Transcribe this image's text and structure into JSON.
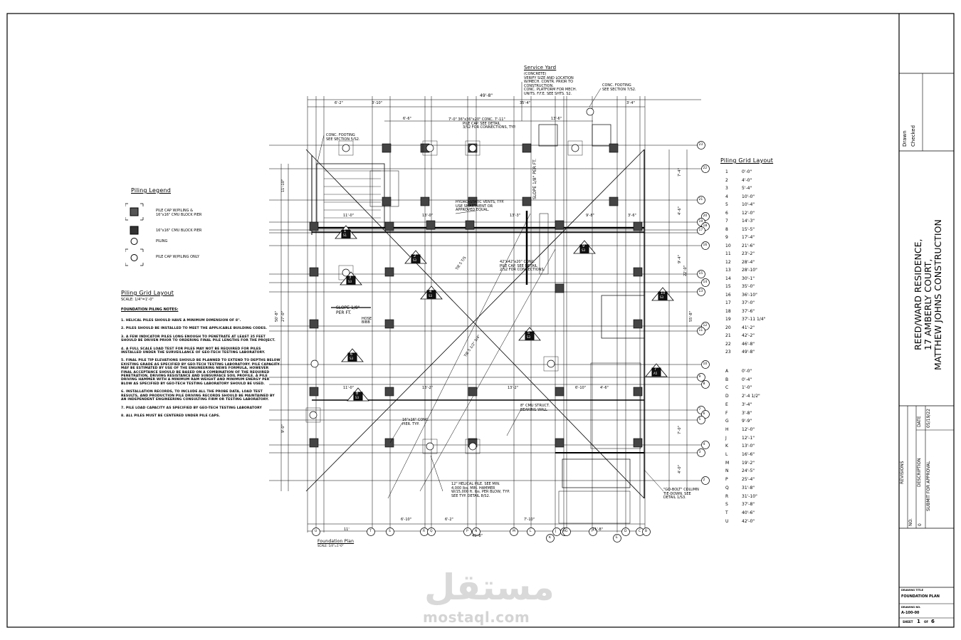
{
  "title_block": {
    "drawn_label": "Drawn",
    "checked_label": "Checked",
    "project_line1": "REED/WARD RESIDENCE,",
    "project_line2": "17 AMBERLY COURT,",
    "project_line3": "MATTHEW JOHNS CONSTRUCTION",
    "revisions_label": "REVISIONS",
    "no_label": "NO.",
    "description_label": "DESCRIPTION",
    "date_label": "DATE",
    "revision_no": "0",
    "revision_desc": "SUBMIT FOR APPROVAL",
    "revision_date": "05/19/22",
    "drawing_title_label": "DRAWING TITLE",
    "drawing_title": "FOUNDATION PLAN",
    "drawing_no_label": "DRAWING NO.",
    "drawing_no": "A-100-00",
    "sheet_label": "SHEET",
    "sheet_no": "1",
    "of_label": "OF",
    "sheet_total": "6"
  },
  "legend": {
    "title": "Piling Legend",
    "items": [
      {
        "label": "PILE CAP W/PILING & 16\"x16\" CMU BLOCK PIER"
      },
      {
        "label": "16\"x16\" CMU BLOCK PIER"
      },
      {
        "label": "PILING"
      },
      {
        "label": "PILE CAP W/PILING ONLY"
      }
    ]
  },
  "notes": {
    "title": "Piling Grid Layout",
    "scale": "SCALE: 1/4\"=1'-0\"",
    "heading": "FOUNDATION PILING NOTES:",
    "items": [
      "1. HELICAL PILES SHOULD HAVE A MINIMUM DIMENSION OF 8\".",
      "2. PILES SHOULD BE INSTALLED TO MEET THE APPLICABLE BUILDING CODES.",
      "3. A FEW INDICATOR PILES LONG ENOUGH TO PENETRATE AT LEAST 35 FEET SHOULD BE DRIVEN PRIOR TO ORDERING FINAL PILE LENGTHS FOR THE PROJECT.",
      "4. A FULL SCALE LOAD TEST FOR PILES MAY NOT BE REQUIRED FOR PILES INSTALLED UNDER THE SURVEILLANCE OF GEO-TECH TESTING LABORATORY.",
      "5. FINAL PILE TIP ELEVATIONS SHOULD BE PLANNED TO EXTEND TO DEPTHS BELOW EXISTING GRADE AS SPECIFIED BY GEO-TECH TESTING LABORATORY. PILE CAPACITY MAY BE ESTIMATED BY USE OF THE ENGINEERING NEWS FORMULA, HOWEVER FINAL ACCEPTANCE SHOULD BE BASED ON A COMBINATION OF THE REQUIRED PENETRATION, DRIVING RESISTANCE AND SUBSURFACE SOIL PROFILE. A PILE DRIVING HAMMER WITH A MINIMUM RAM WEIGHT AND MINIMUM ENERGY PER BLOW AS SPECIFIED BY GEO-TECH TESTING LABORATORY SHOULD BE USED.",
      "6. INSTALLATION RECORDS, TO INCLUDE ALL THE PROBE DATA, LOAD TEST RESULTS, AND PRODUCTION PILE DRIVING RECORDS SHOULD BE MAINTAINED BY AN INDEPENDENT ENGINEERING CONSULTING FIRM OR TESTING LABORATORY.",
      "7. PILE LOAD CAPACITY AS SPECIFIED BY GEO-TECH TESTING LABORATORY",
      "8. ALL PILES MUST BE CENTERED UNDER PILE CAPS."
    ]
  },
  "grid_layout": {
    "title": "Piling Grid Layout",
    "numbered": [
      [
        "1",
        "0'-0\""
      ],
      [
        "2",
        "4'-0\""
      ],
      [
        "3",
        "5'-4\""
      ],
      [
        "4",
        "10'-0\""
      ],
      [
        "5",
        "10'-4\""
      ],
      [
        "6",
        "12'-0\""
      ],
      [
        "7",
        "14'-3\""
      ],
      [
        "8",
        "15'-5\""
      ],
      [
        "9",
        "17'-4\""
      ],
      [
        "10",
        "21'-6\""
      ],
      [
        "11",
        "23'-2\""
      ],
      [
        "12",
        "28'-4\""
      ],
      [
        "13",
        "28'-10\""
      ],
      [
        "14",
        "30'-1\""
      ],
      [
        "15",
        "35'-0\""
      ],
      [
        "16",
        "36'-10\""
      ],
      [
        "17",
        "37'-0\""
      ],
      [
        "18",
        "37'-6\""
      ],
      [
        "19",
        "37'-11 1/4\""
      ],
      [
        "20",
        "41'-2\""
      ],
      [
        "21",
        "42'-2\""
      ],
      [
        "22",
        "46'-8\""
      ],
      [
        "23",
        "49'-8\""
      ]
    ],
    "lettered": [
      [
        "A",
        "0'-0\""
      ],
      [
        "B",
        "0'-4\""
      ],
      [
        "C",
        "1'-0\""
      ],
      [
        "D",
        "2'-4 1/2\""
      ],
      [
        "E",
        "3'-4\""
      ],
      [
        "F",
        "3'-8\""
      ],
      [
        "G",
        "9'-9\""
      ],
      [
        "H",
        "12'-0\""
      ],
      [
        "J",
        "12'-1\""
      ],
      [
        "K",
        "13'-0\""
      ],
      [
        "L",
        "16'-6\""
      ],
      [
        "M",
        "19'-2\""
      ],
      [
        "N",
        "24'-5\""
      ],
      [
        "P",
        "25'-4\""
      ],
      [
        "Q",
        "31'-8\""
      ],
      [
        "R",
        "31'-10\""
      ],
      [
        "S",
        "37'-8\""
      ],
      [
        "T",
        "40'-6\""
      ],
      [
        "U",
        "42'-0\""
      ]
    ]
  },
  "plan": {
    "service_yard": "Service Yard",
    "service_note": [
      "(CONCRETE)",
      "VERIFY SIZE AND LOCATION",
      "W/MECH. CONTR. PRIOR TO",
      "CONSTRUCTION.",
      "CONC. PLATFORM FOR MECH.",
      "UNITS. F.F.E. SEE SHTS. S2."
    ],
    "conc_footing_top": [
      "CONC. FOOTING",
      "SEE SECTION 7/S2."
    ],
    "conc_footing_left": [
      "CONC. FOOTING",
      "SEE SECTION 5/S2."
    ],
    "pile_cap_note": [
      "7'-0\" 36\"x36\"x20\" CONC. 7'-11\"",
      "PILE CAP. SEE DETAIL",
      "3/S2 FOR CONNECTIONS, TYP."
    ],
    "hydro_note": [
      "HYDRO-STATIC VENTS, TYP.",
      "USE SMART-VENT OR",
      "APPROVED EQUAL."
    ],
    "pile_cap_note2": [
      "42\"x42\"x20\" CONC.",
      "PILE CAP. SEE DETAIL",
      "2/S2 FOR CONNECTIONS."
    ],
    "slope_vert": "SLOPE 1/8\" PER FT.",
    "slope_left": "SLOPE 1/8\"",
    "slope_left2": "PER FT.",
    "hose_bibb": "HOSE BIBB",
    "cmu_note": [
      "8\" CMU STRUCT.",
      "BEARING WALL"
    ],
    "pier_note": [
      "16\"x16\" CONC.",
      "PIER. TYP."
    ],
    "helical_note": [
      "12\" HELICAL PILE. SEE MIN.",
      "4,000 lbs. MIN. HAMMER",
      "W/15,000 ft. lbs. PER BLOW, TYP.",
      "SEE TYP. DETAIL 8/S2."
    ],
    "column_note": [
      "\"GO-BOLT\" COLUMN",
      "TIE-DOWN. SEE",
      "DETAIL 1/S3."
    ],
    "plan_title": "Foundation Plan",
    "plan_scale": "SCALE: 1/4\"=1'-0\"",
    "dims_top": [
      "49'-8\"",
      "6'-2\"",
      "3'-10\"",
      "35'-4\"",
      "3'-4\"",
      "6'-6\"",
      "13'-6\""
    ],
    "dims_bottom": [
      "11'",
      "6'-10\"",
      "6'-2\"",
      "7'-10\"",
      "11'-8\"",
      "49'-8\""
    ],
    "dims_mid": [
      "11'-0\"",
      "13'-0\"",
      "13'-3\"",
      "9'-8\"",
      "3'-6\"",
      "11'-0\"",
      "13'-2\"",
      "13'-2\"",
      "6'-10\"",
      "4'-6\""
    ],
    "dims_left": [
      "11'-10\"",
      "50'-8\"",
      "27'-0\"",
      "9'-0\""
    ],
    "dims_right": [
      "7'-4\"",
      "4'-6\"",
      "9'-4\"",
      "22'-0\"",
      "55'-8\"",
      "7'-0\"",
      "4'-0\""
    ],
    "tie_labels": [
      "TIE 5 T/S",
      "TIE 5 1/2\" 5/4\""
    ],
    "section_tags": [
      {
        "n": "1",
        "s": "S1"
      },
      {
        "n": "2",
        "s": "S3"
      },
      {
        "n": "3",
        "s": "S3"
      },
      {
        "n": "4",
        "s": "S3"
      },
      {
        "n": "5",
        "s": "S3"
      },
      {
        "n": "6",
        "s": "S3"
      },
      {
        "n": "7",
        "s": "A5"
      },
      {
        "n": "8",
        "s": "S3"
      },
      {
        "n": "9",
        "s": "S3"
      },
      {
        "n": "10",
        "s": "S3"
      }
    ],
    "grid_bubbles_right": [
      "23",
      "22",
      "21",
      "20",
      "19",
      "18",
      "17",
      "16",
      "15",
      "14",
      "13",
      "12",
      "11",
      "10",
      "9",
      "8",
      "7",
      "6",
      "5",
      "4",
      "3",
      "2",
      "1"
    ],
    "grid_bubbles_bottom": [
      "U",
      "T",
      "S",
      "R",
      "Q",
      "P",
      "N",
      "M",
      "L",
      "K",
      "J",
      "H",
      "G",
      "F",
      "E",
      "D",
      "C",
      "B",
      "A"
    ]
  },
  "watermark": {
    "arabic": "مستقل",
    "latin": "mostaql.com"
  }
}
